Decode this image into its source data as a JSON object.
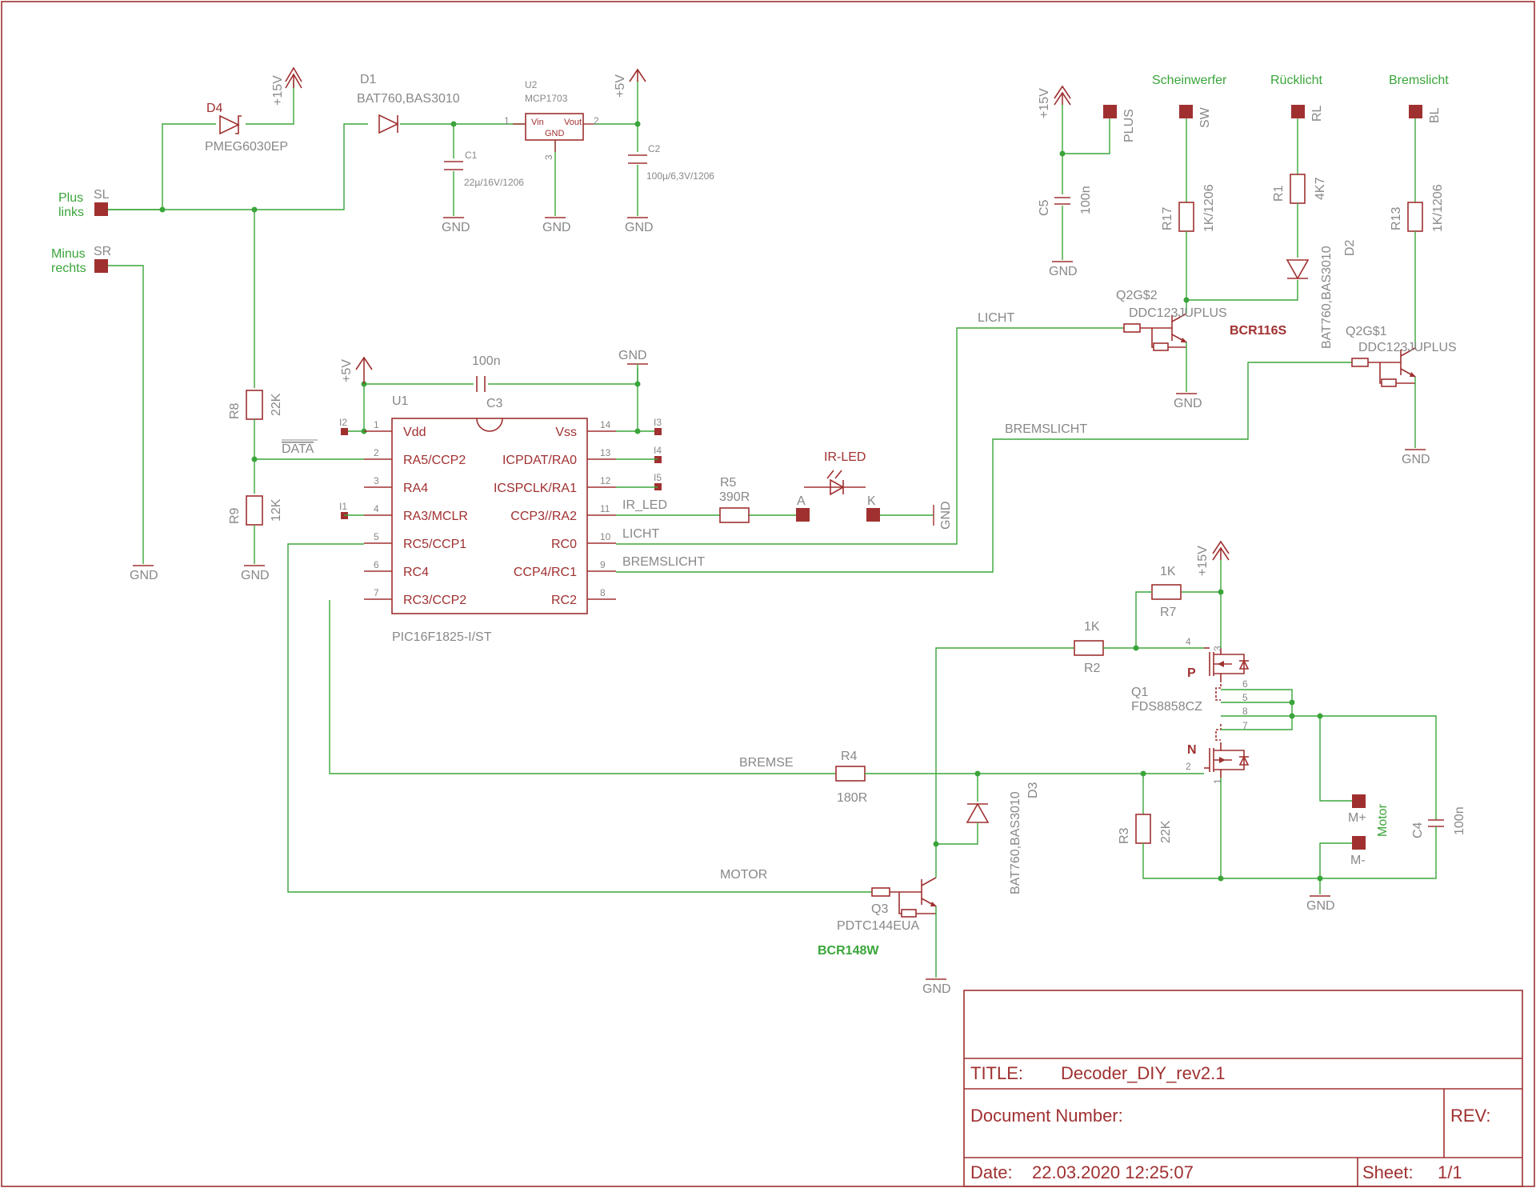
{
  "frame": {
    "title_label": "TITLE:",
    "title": "Decoder_DIY_rev2.1",
    "document_label": "Document Number:",
    "rev_label": "REV:",
    "date_label": "Date:",
    "date": "22.03.2020 12:25:07",
    "sheet_label": "Sheet:",
    "sheet": "1/1"
  },
  "supply": {
    "d4_name": "D4",
    "d4_value": "PMEG6030EP",
    "d1_name": "D1",
    "d1_value": "BAT760,BAS3010",
    "u2_name": "U2",
    "u2_value": "MCP1703",
    "u2_vin": "Vin",
    "u2_vout": "Vout",
    "u2_gnd": "GND",
    "u2_pin1": "1",
    "u2_pin2": "2",
    "u2_pin3": "3",
    "c1_name": "C1",
    "c1_value": "22µ/16V/1206",
    "c2_name": "C2",
    "c2_value": "100µ/6,3V/1206",
    "p15v": "+15V",
    "p5v": "+5V",
    "gnd": "GND"
  },
  "inputs": {
    "sl": "SL",
    "sr": "SR",
    "plus": "Plus",
    "links": "links",
    "minus": "Minus",
    "rechts": "rechts"
  },
  "divider": {
    "r8_name": "R8",
    "r8_value": "22K",
    "r9_name": "R9",
    "r9_value": "12K",
    "data_net": "DATA"
  },
  "mcu": {
    "name": "U1",
    "value": "PIC16F1825-I/ST",
    "c3_name": "C3",
    "c3_value": "100n",
    "left_pins": [
      {
        "num": "1",
        "label": "Vdd"
      },
      {
        "num": "2",
        "label": "RA5/CCP2"
      },
      {
        "num": "3",
        "label": "RA4"
      },
      {
        "num": "4",
        "label": "RA3/MCLR"
      },
      {
        "num": "5",
        "label": "RC5/CCP1"
      },
      {
        "num": "6",
        "label": "RC4"
      },
      {
        "num": "7",
        "label": "RC3/CCP2"
      }
    ],
    "right_pins": [
      {
        "num": "14",
        "label": "Vss"
      },
      {
        "num": "13",
        "label": "ICPDAT/RA0"
      },
      {
        "num": "12",
        "label": "ICSPCLK/RA1"
      },
      {
        "num": "11",
        "label": "CCP3//RA2"
      },
      {
        "num": "10",
        "label": "RC0"
      },
      {
        "num": "9",
        "label": "CCP4/RC1"
      },
      {
        "num": "8",
        "label": "RC2"
      }
    ],
    "pads": {
      "i1": "I1",
      "i2": "I2",
      "i3": "I3",
      "i4": "I4",
      "i5": "I5"
    }
  },
  "irled": {
    "net": "IR_LED",
    "r5_name": "R5",
    "r5_value": "390R",
    "led_name": "IR-LED",
    "anode": "A",
    "cathode": "K"
  },
  "nets": {
    "licht": "LICHT",
    "bremslicht": "BREMSLICHT",
    "bremse": "BREMSE",
    "motor": "MOTOR"
  },
  "lights": {
    "c5_name": "C5",
    "c5_value": "100n",
    "plus_pad": "PLUS",
    "scheinwerfer": "Scheinwerfer",
    "sw_pad": "SW",
    "ruecklicht": "Rücklicht",
    "rl_pad": "RL",
    "bremslicht": "Bremslicht",
    "bl_pad": "BL",
    "r17_name": "R17",
    "r17_value": "1K/1206",
    "r1_name": "R1",
    "r1_value": "4K7",
    "r13_name": "R13",
    "r13_value": "1K/1206",
    "d2_name": "D2",
    "d2_value": "BAT760,BAS3010",
    "q2a_name": "Q2G$2",
    "q2a_value": "DDC123JUPLUS",
    "q2b_name": "Q2G$1",
    "q2b_value": "DDC123JUPLUS",
    "bcr116": "BCR116S"
  },
  "motor_driver": {
    "r7_name": "R7",
    "r7_value": "1K",
    "r2_name": "R2",
    "r2_value": "1K",
    "r4_name": "R4",
    "r4_value": "180R",
    "r3_name": "R3",
    "r3_value": "22K",
    "q1_name": "Q1",
    "q1_value": "FDS8858CZ",
    "p_label": "P",
    "n_label": "N",
    "q1_pins": [
      "4",
      "3",
      "6",
      "5",
      "8",
      "7",
      "2",
      "1"
    ],
    "d3_name": "D3",
    "d3_value": "BAT760,BAS3010",
    "q3_name": "Q3",
    "q3_value": "PDTC144EUA",
    "bcr148": "BCR148W",
    "c4_name": "C4",
    "c4_value": "100n",
    "mplus": "M+",
    "mminus": "M-",
    "motor_label": "Motor"
  }
}
